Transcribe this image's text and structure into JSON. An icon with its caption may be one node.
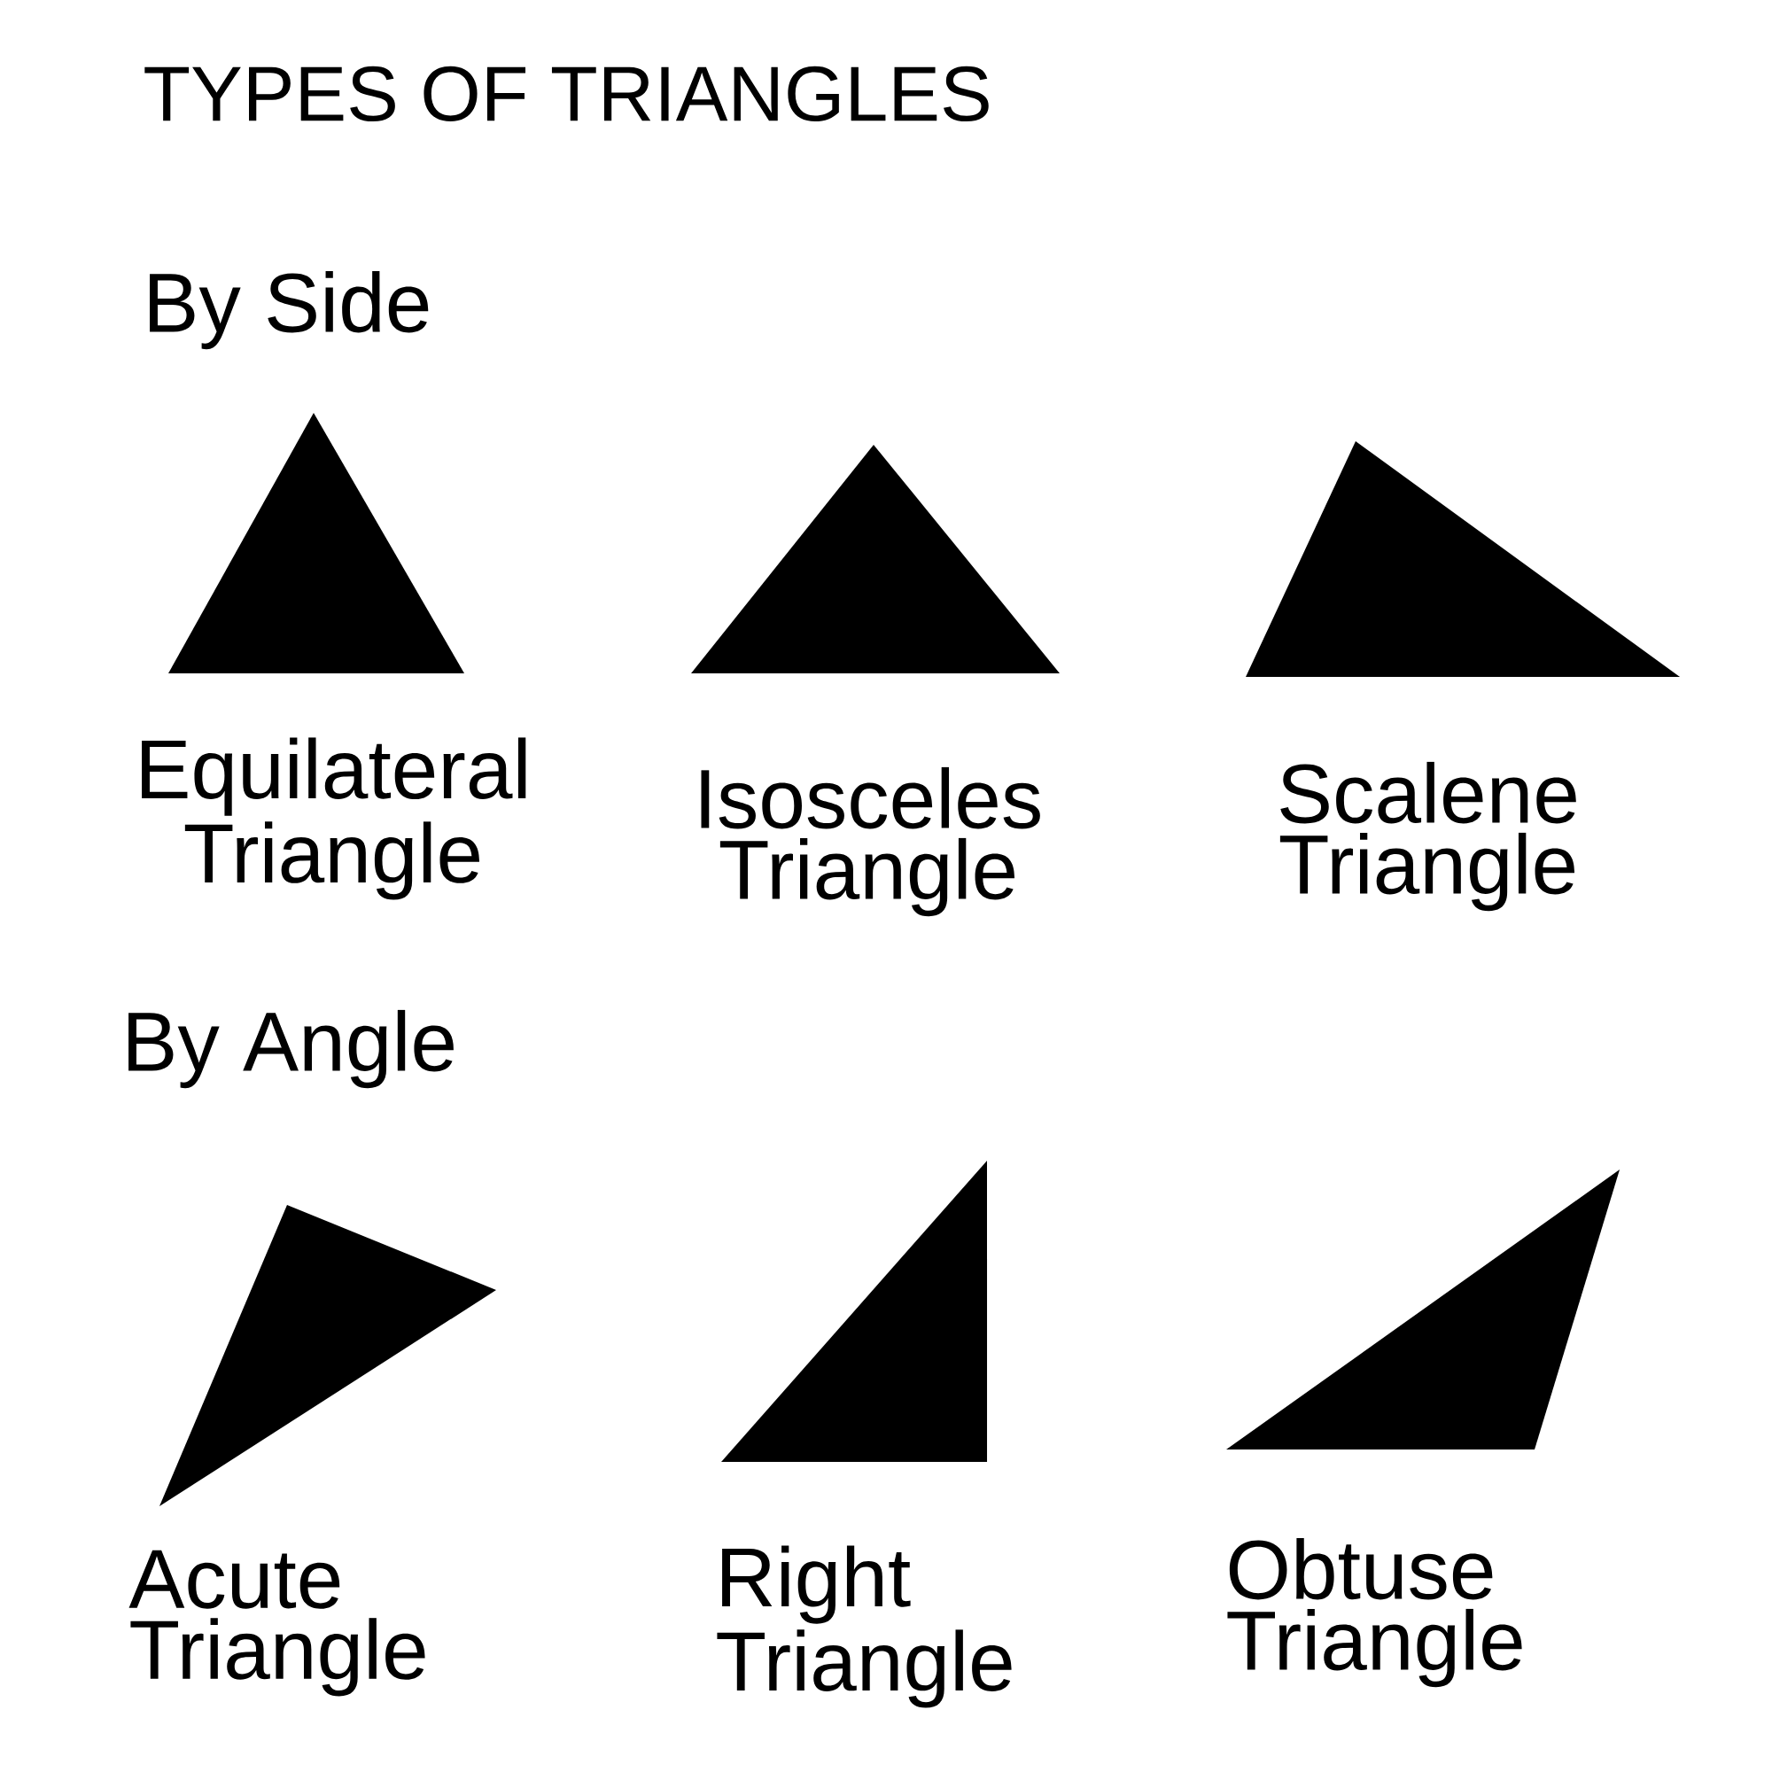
{
  "diagram": {
    "title": "TYPES OF TRIANGLES",
    "nodes": [
      {
        "text": [],
        "shape": "triangle",
        "beside": [
          "Equilateral Triangle"
        ]
      },
      {
        "text": [],
        "shape": "triangle",
        "beside": [
          "Isosceles Triangle"
        ]
      },
      {
        "text": [],
        "shape": "triangle",
        "beside": [
          "Scalene Triangle"
        ]
      },
      {
        "text": [],
        "shape": "triangle",
        "beside": [
          "Acute Triangle"
        ]
      },
      {
        "text": [],
        "shape": "triangle",
        "beside": [
          "Right Triangle"
        ]
      },
      {
        "text": [],
        "shape": "triangle",
        "beside": [
          "Obtuse Triangle"
        ]
      }
    ],
    "labels": [
      "By Side",
      "By Angle"
    ]
  }
}
